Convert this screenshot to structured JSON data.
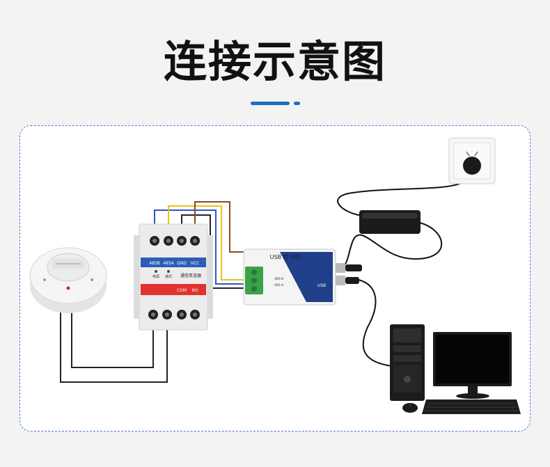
{
  "title": "连接示意图",
  "colors": {
    "accent": "#1d6fc4",
    "panel_border": "#4d7fc6",
    "relay_blue": "#2e5db8",
    "relay_red": "#e0322f"
  },
  "relay": {
    "top_terminals": [
      "485B",
      "485A",
      "GND",
      "VCC"
    ],
    "bottom_labels": [
      "COM",
      "NO"
    ],
    "name": "通信变送器",
    "indicators": [
      "电源",
      "通讯"
    ]
  },
  "converter": {
    "name": "USB 转 485",
    "pins": [
      "485-B",
      "485-A"
    ],
    "usb_label": "USB"
  },
  "icons": [
    "smoke-detector-icon",
    "power-socket-icon",
    "power-adapter-icon",
    "computer-tower-icon",
    "monitor-icon",
    "keyboard-icon",
    "mouse-icon"
  ]
}
